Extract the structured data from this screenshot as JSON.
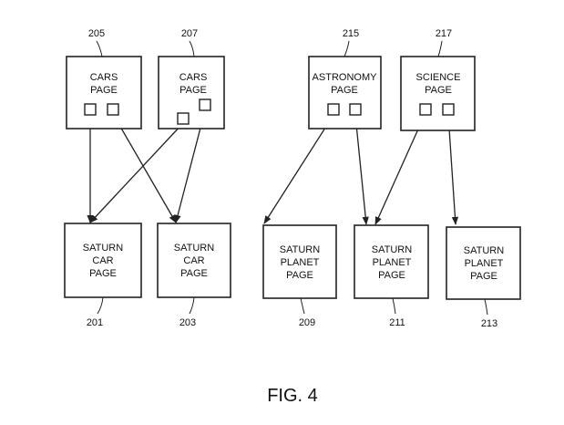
{
  "figure_label": "FIG. 4",
  "source_pages": [
    {
      "id": "205",
      "lines": [
        "CARS",
        "PAGE"
      ]
    },
    {
      "id": "207",
      "lines": [
        "CARS",
        "PAGE"
      ]
    },
    {
      "id": "215",
      "lines": [
        "ASTRONOMY",
        "PAGE"
      ]
    },
    {
      "id": "217",
      "lines": [
        "SCIENCE",
        "PAGE"
      ]
    }
  ],
  "target_pages": [
    {
      "id": "201",
      "lines": [
        "SATURN",
        "CAR",
        "PAGE"
      ]
    },
    {
      "id": "203",
      "lines": [
        "SATURN",
        "CAR",
        "PAGE"
      ]
    },
    {
      "id": "209",
      "lines": [
        "SATURN",
        "PLANET",
        "PAGE"
      ]
    },
    {
      "id": "211",
      "lines": [
        "SATURN",
        "PLANET",
        "PAGE"
      ]
    },
    {
      "id": "213",
      "lines": [
        "SATURN",
        "PLANET",
        "PAGE"
      ]
    }
  ],
  "links": [
    {
      "from": "205",
      "to": "201"
    },
    {
      "from": "205",
      "to": "203"
    },
    {
      "from": "207",
      "to": "201"
    },
    {
      "from": "207",
      "to": "203"
    },
    {
      "from": "215",
      "to": "209"
    },
    {
      "from": "215",
      "to": "211"
    },
    {
      "from": "217",
      "to": "211"
    },
    {
      "from": "217",
      "to": "213"
    }
  ]
}
